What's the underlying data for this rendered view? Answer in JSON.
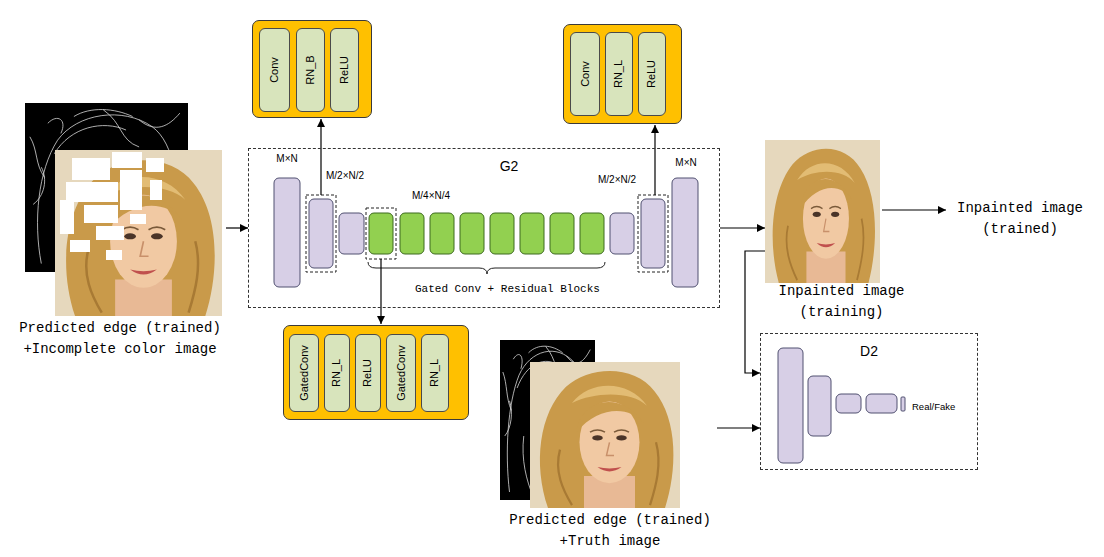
{
  "diagram": {
    "nodes": [
      {
        "text": []
      },
      {
        "text": [
          "Conv"
        ],
        "in": 0
      },
      {
        "text": [
          "RN_B"
        ],
        "in": 0
      },
      {
        "text": [
          "ReLU"
        ],
        "in": 0
      },
      {
        "text": []
      },
      {
        "text": [
          "Conv"
        ],
        "in": 4
      },
      {
        "text": [
          "RN_L"
        ],
        "in": 4
      },
      {
        "text": [
          "ReLU"
        ],
        "in": 4
      },
      {
        "text": [
          "Predicted edge (trained) +Incomplete color image"
        ]
      },
      {
        "text": [
          "G2"
        ]
      },
      {
        "text": [
          "Inpainted image (training)"
        ]
      },
      {
        "text": []
      },
      {
        "text": [
          "GatedConv"
        ],
        "in": 11
      },
      {
        "text": [
          "RN_L"
        ],
        "in": 11
      },
      {
        "text": [
          "ReLU"
        ],
        "in": 11
      },
      {
        "text": [
          "GatedConv"
        ],
        "in": 11
      },
      {
        "text": [
          "RN_L"
        ],
        "in": 11
      },
      {
        "text": [
          "Predicted edge (trained) +Truth image"
        ]
      },
      {
        "text": [
          "D2"
        ]
      }
    ],
    "edges": [
      {
        "from": 8,
        "to": 9,
        "arrow": "to"
      },
      {
        "from": 9,
        "to": 10,
        "arrow": "to"
      },
      {
        "from": 10,
        "to": 18,
        "arrow": "to"
      },
      {
        "from": 17,
        "to": 18,
        "arrow": "to"
      },
      {
        "from": 1,
        "to": 2,
        "arrow": "none"
      },
      {
        "from": 2,
        "to": 3,
        "arrow": "none"
      },
      {
        "from": 5,
        "to": 6,
        "arrow": "none"
      },
      {
        "from": 6,
        "to": 7,
        "arrow": "none"
      },
      {
        "from": 12,
        "to": 13,
        "arrow": "none"
      },
      {
        "from": 13,
        "to": 14,
        "arrow": "none"
      },
      {
        "from": 14,
        "to": 15,
        "arrow": "none"
      },
      {
        "from": 15,
        "to": 16,
        "arrow": "none"
      }
    ],
    "labels": [
      "M×N",
      "M/2×N/2",
      "M/4×N/4",
      "M/2×N/2",
      "M×N",
      "Gated Conv + Residual Blocks",
      "Inpainted image (trained)",
      "Real/Fake"
    ]
  }
}
